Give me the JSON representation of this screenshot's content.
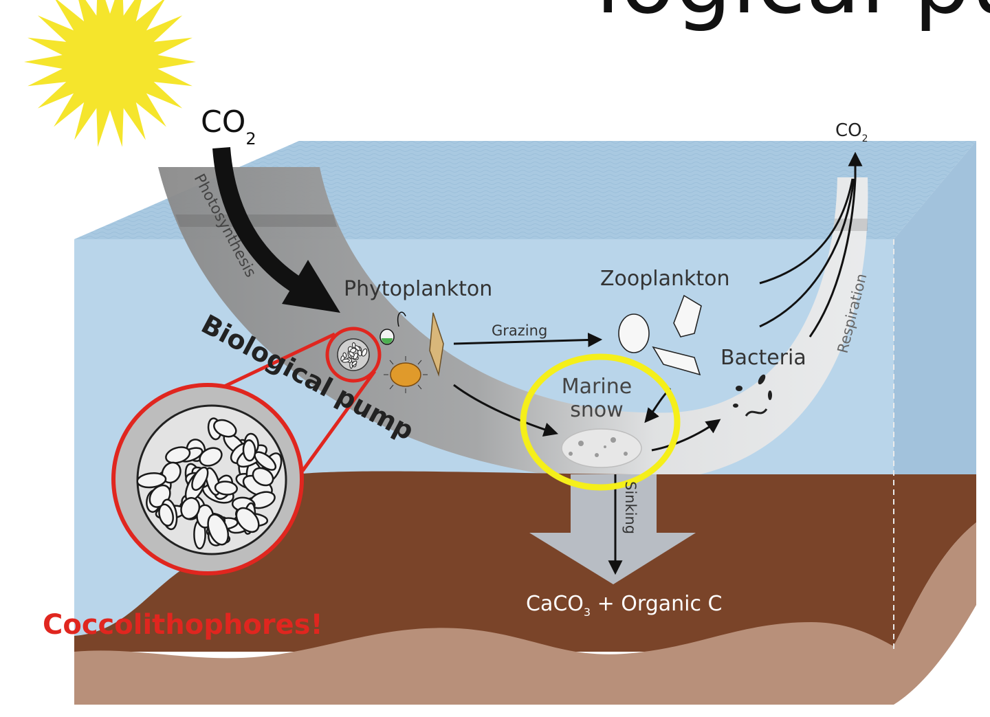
{
  "heading_fragment": "logical pu",
  "labels": {
    "co2_in_main": "CO",
    "co2_in_sub": "2",
    "co2_out_main": "CO",
    "co2_out_sub": "2",
    "photosynthesis": "Photosynthesis",
    "phytoplankton": "Phytoplankton",
    "zooplankton": "Zooplankton",
    "grazing": "Grazing",
    "bacteria": "Bacteria",
    "respiration": "Respiration",
    "marine_snow_line1": "Marine",
    "marine_snow_line2": "snow",
    "sinking": "Sinking",
    "biological_pump": "Biological pump",
    "sediment_pre": "CaCO",
    "sediment_sub": "3",
    "sediment_post": " + Organic C",
    "callout": "Coccolithophores!"
  },
  "colors": {
    "sun": "#f5e52c",
    "ocean_front": "#b9d5ea",
    "ocean_top": "#a9c9e1",
    "sediment": "#7a4429",
    "sediment_base": "#b8907a",
    "pump_band": "#8e8e8e",
    "highlight_ring": "#f5ef1a",
    "callout_red": "#e0261f"
  }
}
